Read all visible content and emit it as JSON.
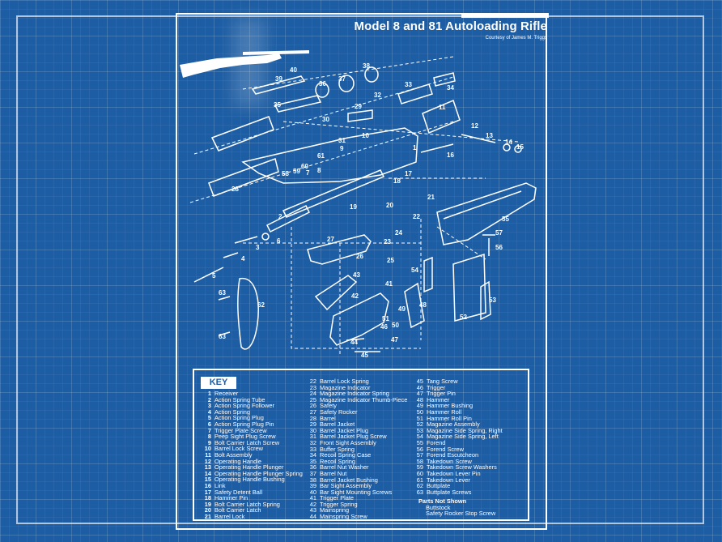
{
  "title": "Model 8 and 81 Autoloading Rifle",
  "courtesy": "Courtesy of James M. Triggs",
  "key_title": "KEY",
  "callouts": [
    "1",
    "2",
    "3",
    "4",
    "5",
    "6",
    "7",
    "8",
    "9",
    "10",
    "11",
    "12",
    "13",
    "14",
    "15",
    "16",
    "17",
    "18",
    "19",
    "20",
    "21",
    "22",
    "23",
    "24",
    "25",
    "26",
    "27",
    "28",
    "29",
    "30",
    "31",
    "32",
    "33",
    "34",
    "35",
    "36",
    "37",
    "38",
    "39",
    "40",
    "41",
    "42",
    "43",
    "44",
    "45",
    "46",
    "47",
    "48",
    "49",
    "50",
    "51",
    "52",
    "53",
    "54",
    "55",
    "56",
    "57",
    "58",
    "59",
    "60",
    "61",
    "62",
    "63"
  ],
  "key_columns": [
    [
      {
        "n": "1",
        "t": "Receiver"
      },
      {
        "n": "2",
        "t": "Action Spring Tube"
      },
      {
        "n": "3",
        "t": "Action Spring Follower"
      },
      {
        "n": "4",
        "t": "Action Spring"
      },
      {
        "n": "5",
        "t": "Action Spring Plug"
      },
      {
        "n": "6",
        "t": "Action Spring Plug Pin"
      },
      {
        "n": "7",
        "t": "Trigger Plate Screw"
      },
      {
        "n": "8",
        "t": "Peep Sight Plug Screw"
      },
      {
        "n": "9",
        "t": "Bolt Carrier Latch Screw"
      },
      {
        "n": "10",
        "t": "Barrel Lock Screw"
      },
      {
        "n": "11",
        "t": "Bolt Assembly"
      },
      {
        "n": "12",
        "t": "Operating Handle"
      },
      {
        "n": "13",
        "t": "Operating Handle Plunger"
      },
      {
        "n": "14",
        "t": "Operating Handle Plunger Spring"
      },
      {
        "n": "15",
        "t": "Operating Handle Bushing"
      },
      {
        "n": "16",
        "t": "Link"
      },
      {
        "n": "17",
        "t": "Safety Detent Ball"
      },
      {
        "n": "18",
        "t": "Hammer Pin"
      },
      {
        "n": "19",
        "t": "Bolt Carrier Latch Spring"
      },
      {
        "n": "20",
        "t": "Bolt Carrier Latch"
      },
      {
        "n": "21",
        "t": "Barrel Lock"
      }
    ],
    [
      {
        "n": "22",
        "t": "Barrel Lock Spring"
      },
      {
        "n": "23",
        "t": "Magazine Indicator"
      },
      {
        "n": "24",
        "t": "Magazine Indicator Spring"
      },
      {
        "n": "25",
        "t": "Magazine Indicator Thumb-Piece"
      },
      {
        "n": "26",
        "t": "Safety"
      },
      {
        "n": "27",
        "t": "Safety Rocker"
      },
      {
        "n": "28",
        "t": "Barrel"
      },
      {
        "n": "29",
        "t": "Barrel Jacket"
      },
      {
        "n": "30",
        "t": "Barrel Jacket Plug"
      },
      {
        "n": "31",
        "t": "Barrel Jacket Plug Screw"
      },
      {
        "n": "32",
        "t": "Front Sight Assembly"
      },
      {
        "n": "33",
        "t": "Buffer Spring"
      },
      {
        "n": "34",
        "t": "Recoil Spring Case"
      },
      {
        "n": "35",
        "t": "Recoil Spring"
      },
      {
        "n": "36",
        "t": "Barrel Nut Washer"
      },
      {
        "n": "37",
        "t": "Barrel Nut"
      },
      {
        "n": "38",
        "t": "Barrel Jacket Bushing"
      },
      {
        "n": "39",
        "t": "Bar Sight Assembly"
      },
      {
        "n": "40",
        "t": "Bar Sight Mounting Screws"
      },
      {
        "n": "41",
        "t": "Trigger Plate"
      },
      {
        "n": "42",
        "t": "Trigger Spring"
      },
      {
        "n": "43",
        "t": "Mainspring"
      },
      {
        "n": "44",
        "t": "Mainspring Screw"
      }
    ],
    [
      {
        "n": "45",
        "t": "Tang Screw"
      },
      {
        "n": "46",
        "t": "Trigger"
      },
      {
        "n": "47",
        "t": "Trigger Pin"
      },
      {
        "n": "48",
        "t": "Hammer"
      },
      {
        "n": "49",
        "t": "Hammer Bushing"
      },
      {
        "n": "50",
        "t": "Hammer Roll"
      },
      {
        "n": "51",
        "t": "Hammer Roll Pin"
      },
      {
        "n": "52",
        "t": "Magazine Assembly"
      },
      {
        "n": "53",
        "t": "Magazine Side Spring, Right"
      },
      {
        "n": "54",
        "t": "Magazine Side Spring, Left"
      },
      {
        "n": "55",
        "t": "Forend"
      },
      {
        "n": "56",
        "t": "Forend Screw"
      },
      {
        "n": "57",
        "t": "Forend Escutcheon"
      },
      {
        "n": "58",
        "t": "Takedown Screw"
      },
      {
        "n": "59",
        "t": "Takedown Screw Washers"
      },
      {
        "n": "60",
        "t": "Takedown Lever Pin"
      },
      {
        "n": "61",
        "t": "Takedown Lever"
      },
      {
        "n": "62",
        "t": "Buttplate"
      },
      {
        "n": "63",
        "t": "Buttplate Screws"
      }
    ]
  ],
  "not_shown_heading": "Parts Not Shown",
  "not_shown_items": [
    "Buttstock",
    "Safety Rocker Stop Screw"
  ],
  "colors": {
    "background": "#1d5da3",
    "lines": "#ffffff"
  }
}
